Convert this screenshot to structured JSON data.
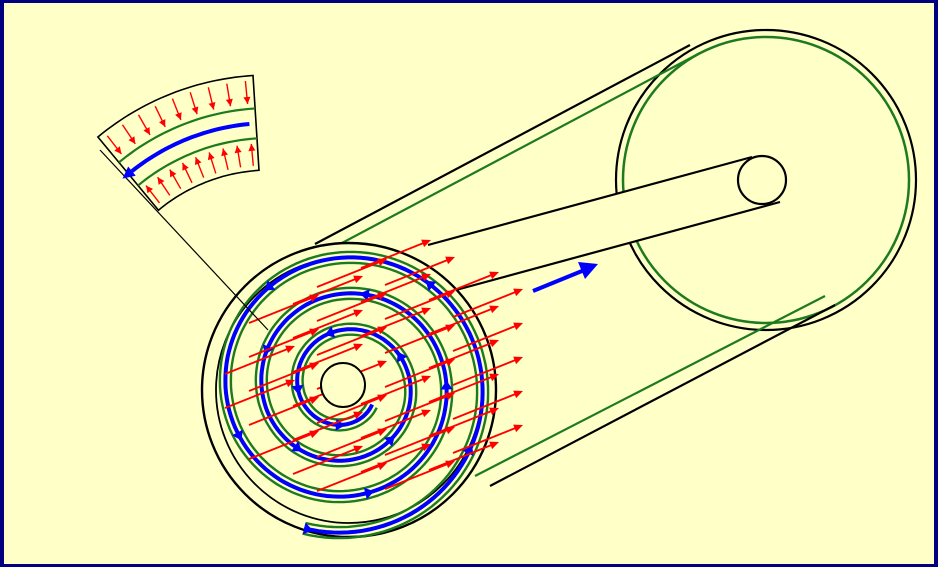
{
  "diagram": {
    "colors": {
      "frame": "#000080",
      "background": "#ffffc8",
      "outline": "#000000",
      "membrane": "#1e7a1e",
      "feed_flow": "#ff0000",
      "permeate_flow": "#0000ff"
    },
    "parts": [
      "spiral-wound-module-shell",
      "end-cap",
      "permeate-collection-tube",
      "spiral-membrane-envelope",
      "feed-flow-arrows",
      "permeate-flow-arrows",
      "membrane-section-inset"
    ]
  }
}
